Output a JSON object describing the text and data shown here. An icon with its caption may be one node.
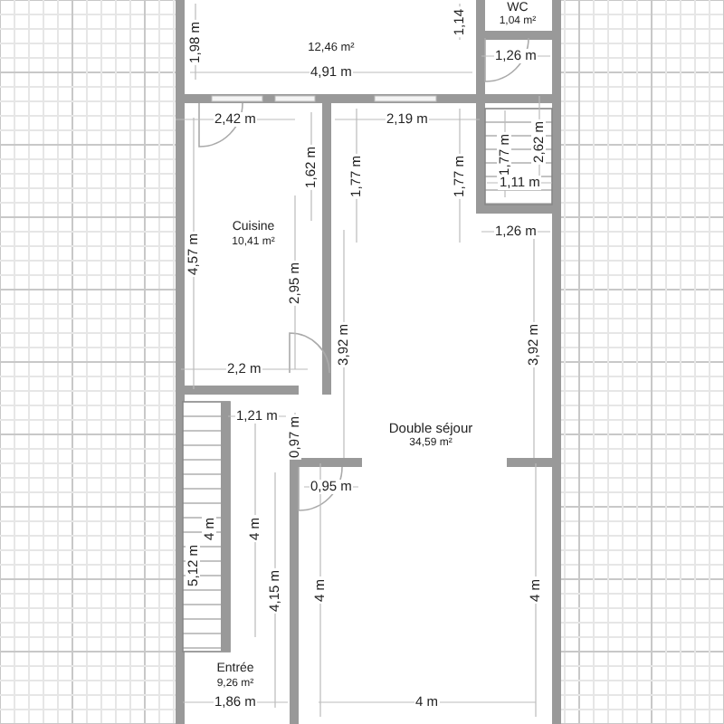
{
  "diagram": {
    "nodes": [
      {
        "text": [
          "12,46 m²"
        ]
      },
      {
        "text": [
          "WC",
          "1,04 m²"
        ]
      },
      {
        "text": [
          "Cuisine",
          "10,41 m²"
        ]
      },
      {
        "text": [
          "Double séjour",
          "34,59 m²"
        ]
      },
      {
        "text": [
          "Entrée",
          "9,26 m²"
        ]
      }
    ],
    "labels": [
      "1,98 m",
      "1,14",
      "1,26 m",
      "4,91 m",
      "2,42 m",
      "2,19 m",
      "2,62 m",
      "1,62 m",
      "1,77 m",
      "1,77 m",
      "1,77 m",
      "1,11 m",
      "1,26 m",
      "4,57 m",
      "2,95 m",
      "3,92 m",
      "3,92 m",
      "2,2 m",
      "1,21 m",
      "0,97 m",
      "0,95 m",
      "4 m",
      "4 m",
      "5,12 m",
      "4,15 m",
      "4 m",
      "4 m",
      "1,86 m",
      "4 m"
    ]
  }
}
